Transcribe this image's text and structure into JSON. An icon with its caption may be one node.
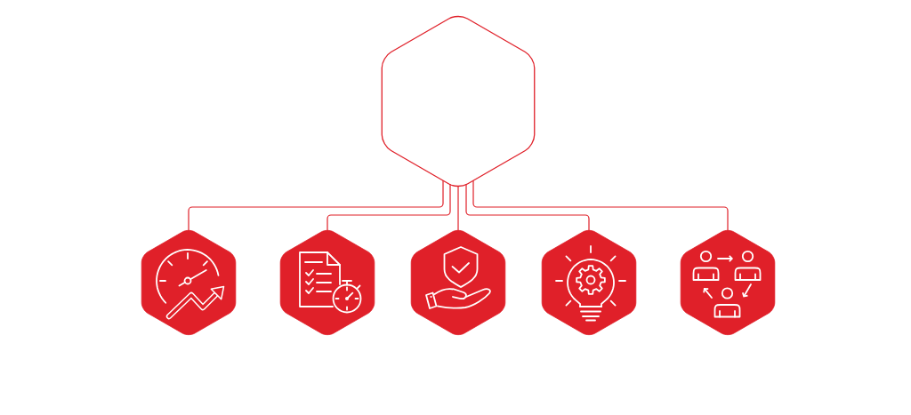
{
  "diagram": {
    "nodes": [
      {
        "text": [],
        "shape": "hexagon"
      },
      {
        "text": [],
        "shape": "hexagon"
      },
      {
        "text": [],
        "shape": "hexagon"
      },
      {
        "text": [],
        "shape": "hexagon"
      },
      {
        "text": [],
        "shape": "hexagon"
      },
      {
        "text": [],
        "shape": "hexagon"
      }
    ],
    "edges": [
      {
        "from": 0,
        "to": 1,
        "arrow": "none"
      },
      {
        "from": 0,
        "to": 2,
        "arrow": "none"
      },
      {
        "from": 0,
        "to": 3,
        "arrow": "none"
      },
      {
        "from": 0,
        "to": 4,
        "arrow": "none"
      },
      {
        "from": 0,
        "to": 5,
        "arrow": "none"
      }
    ]
  }
}
